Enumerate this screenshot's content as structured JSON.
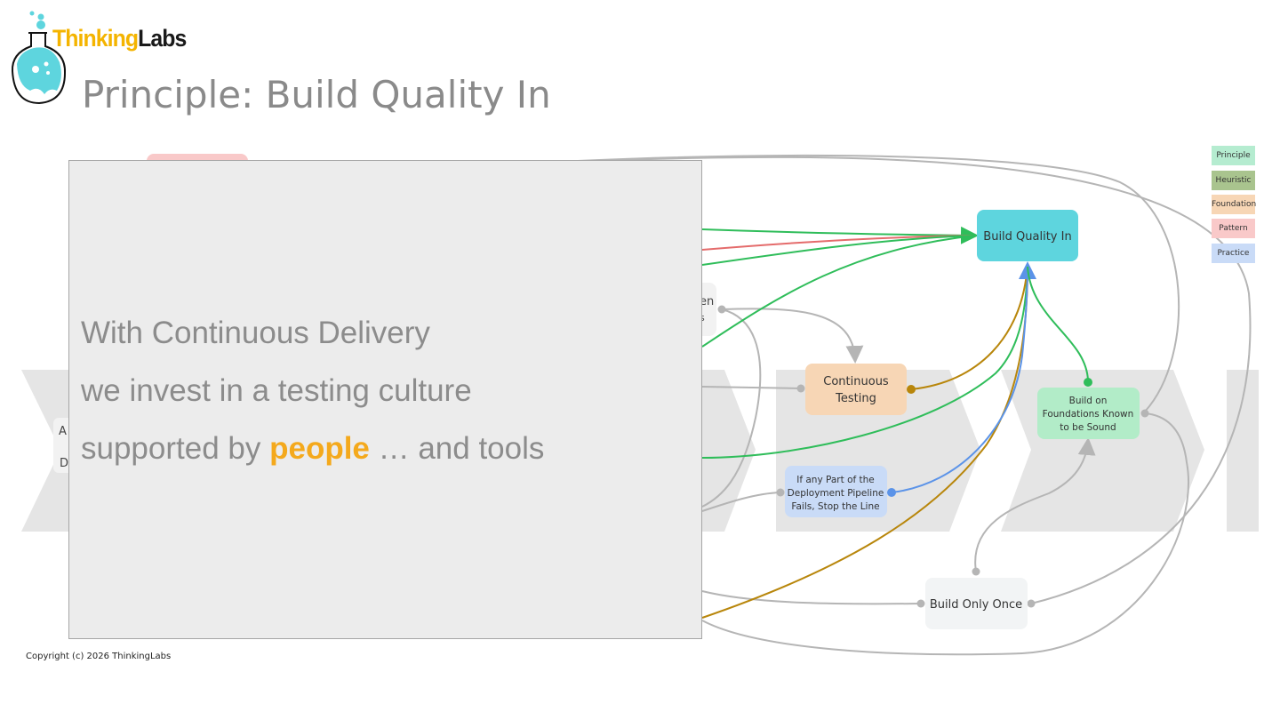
{
  "header": {
    "logo_part1": "Thinking",
    "logo_part2": "Labs",
    "title": "Principle: Build Quality In"
  },
  "overlay": {
    "line1": "With Continuous Delivery",
    "line2": "we invest in a testing culture",
    "line3_prefix": "supported by ",
    "line3_highlight": "people",
    "line3_suffix": " … and tools"
  },
  "nodes": {
    "build_quality_in": "Build Quality In",
    "continuous_testing_1": "Continuous",
    "continuous_testing_2": "Testing",
    "stop_line_1": "If any Part of the",
    "stop_line_2": "Deployment Pipeline",
    "stop_line_3": "Fails, Stop the Line",
    "foundations_1": "Build on",
    "foundations_2": "Foundations Known",
    "foundations_3": "to be Sound",
    "build_once": "Build Only Once",
    "partial_1": "en",
    "partial_2": "s",
    "partial_3": "A",
    "partial_4": "D"
  },
  "legend": [
    {
      "label": "Principle",
      "color": "#b5ecd0"
    },
    {
      "label": "Heuristic",
      "color": "#a9c48e"
    },
    {
      "label": "Foundation",
      "color": "#f7d6b5"
    },
    {
      "label": "Pattern",
      "color": "#f9c9c9"
    },
    {
      "label": "Practice",
      "color": "#c9dbf7"
    }
  ],
  "colors": {
    "principle_node": "#5ed5de",
    "foundation_node": "#f7d6b5",
    "practice_node": "#c9dbf7",
    "principle_green": "#b2ecc8",
    "edge_green": "#2fbd5a",
    "edge_gold": "#b8860b",
    "edge_blue": "#5b93e8",
    "edge_red": "#e46b6b",
    "edge_grey": "#b5b5b5",
    "highlight": "#f4a91c"
  },
  "footer": {
    "copyright": "Copyright (c) 2026 ThinkingLabs"
  }
}
